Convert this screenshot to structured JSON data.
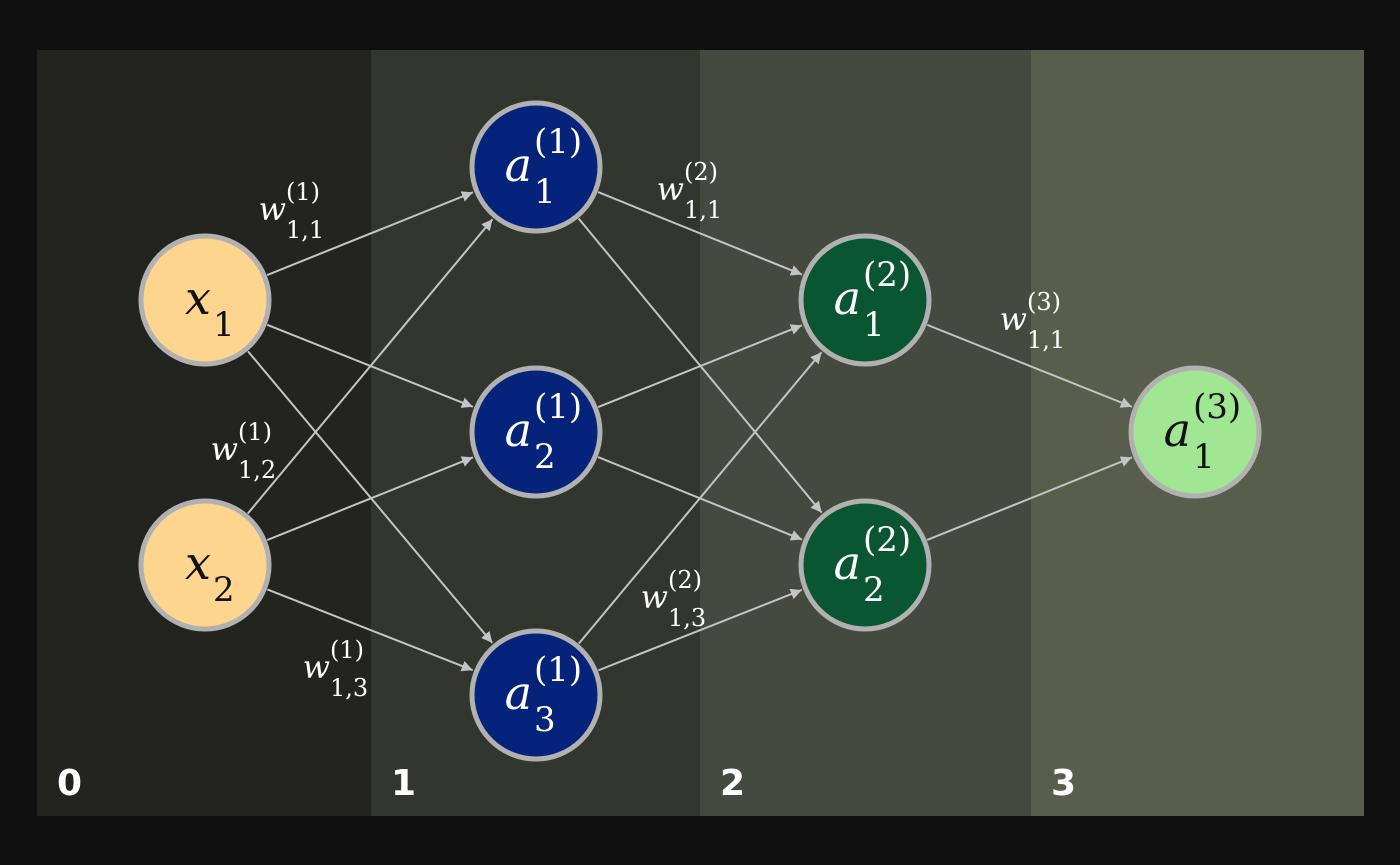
{
  "colors": {
    "page_background": "#101010",
    "band_0": "#232320",
    "band_1": "#33352f",
    "band_2": "#454a40",
    "band_3": "#585d4c",
    "edge": "#c4c4c4",
    "node_ring": "#b1b1b1",
    "input_fill": "#fdd58f",
    "input_text": "#111111",
    "hidden1_fill": "#05237a",
    "hidden2_fill": "#0a5632",
    "output_fill": "#a1e693",
    "output_text": "#111111",
    "light_text": "#ffffff"
  },
  "layers": [
    {
      "id": "0",
      "label": "0"
    },
    {
      "id": "1",
      "label": "1"
    },
    {
      "id": "2",
      "label": "2"
    },
    {
      "id": "3",
      "label": "3"
    }
  ],
  "nodes": [
    {
      "id": "x1",
      "layer": "0",
      "base": "x",
      "sub": "1",
      "sup": ""
    },
    {
      "id": "x2",
      "layer": "0",
      "base": "x",
      "sub": "2",
      "sup": ""
    },
    {
      "id": "a1_1",
      "layer": "1",
      "base": "a",
      "sub": "1",
      "sup": "(1)"
    },
    {
      "id": "a2_1",
      "layer": "1",
      "base": "a",
      "sub": "2",
      "sup": "(1)"
    },
    {
      "id": "a3_1",
      "layer": "1",
      "base": "a",
      "sub": "3",
      "sup": "(1)"
    },
    {
      "id": "a1_2",
      "layer": "2",
      "base": "a",
      "sub": "1",
      "sup": "(2)"
    },
    {
      "id": "a2_2",
      "layer": "2",
      "base": "a",
      "sub": "2",
      "sup": "(2)"
    },
    {
      "id": "a1_3",
      "layer": "3",
      "base": "a",
      "sub": "1",
      "sup": "(3)"
    }
  ],
  "edges": [
    {
      "from": "x1",
      "to": "a1_1"
    },
    {
      "from": "x1",
      "to": "a2_1"
    },
    {
      "from": "x1",
      "to": "a3_1"
    },
    {
      "from": "x2",
      "to": "a1_1"
    },
    {
      "from": "x2",
      "to": "a2_1"
    },
    {
      "from": "x2",
      "to": "a3_1"
    },
    {
      "from": "a1_1",
      "to": "a1_2"
    },
    {
      "from": "a1_1",
      "to": "a2_2"
    },
    {
      "from": "a2_1",
      "to": "a1_2"
    },
    {
      "from": "a2_1",
      "to": "a2_2"
    },
    {
      "from": "a3_1",
      "to": "a1_2"
    },
    {
      "from": "a3_1",
      "to": "a2_2"
    },
    {
      "from": "a1_2",
      "to": "a1_3"
    },
    {
      "from": "a2_2",
      "to": "a1_3"
    }
  ],
  "weight_labels": [
    {
      "id": "w11_1",
      "base": "w",
      "sub": "1,1",
      "sup": "(1)"
    },
    {
      "id": "w12_1",
      "base": "w",
      "sub": "1,2",
      "sup": "(1)"
    },
    {
      "id": "w13_1",
      "base": "w",
      "sub": "1,3",
      "sup": "(1)"
    },
    {
      "id": "w11_2",
      "base": "w",
      "sub": "1,1",
      "sup": "(2)"
    },
    {
      "id": "w13_2",
      "base": "w",
      "sub": "1,3",
      "sup": "(2)"
    },
    {
      "id": "w11_3",
      "base": "w",
      "sub": "1,1",
      "sup": "(3)"
    }
  ]
}
